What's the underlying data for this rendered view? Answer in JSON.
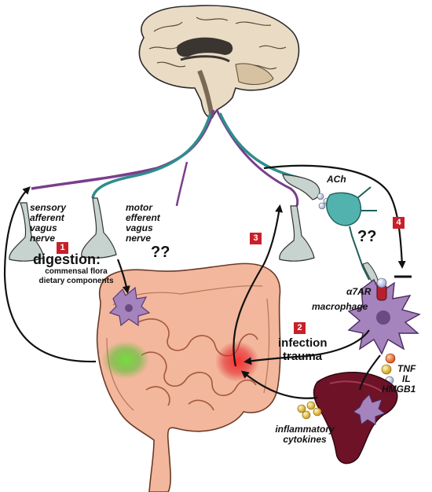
{
  "labels": {
    "sensory": [
      "sensory",
      "afferent",
      "vagus",
      "nerve"
    ],
    "motor": [
      "motor",
      "efferent",
      "vagus",
      "nerve"
    ],
    "digestion_title": "digestion:",
    "digestion_line1": "commensal flora",
    "digestion_line2": "dietary components",
    "qq_left": "??",
    "qq_right": "??",
    "ach": "ACh",
    "a7ar": "α7AR",
    "macrophage": "macrophage",
    "infection": "infection",
    "trauma": "trauma",
    "tnf": "TNF",
    "il": "IL",
    "hmgb1": "HMGB1",
    "inflam1": "inflammatory",
    "inflam2": "cytokines",
    "minus": "–"
  },
  "badges": [
    "1",
    "2",
    "3",
    "4"
  ],
  "colors": {
    "afferent_nerve": "#7a3d8c",
    "efferent_nerve": "#2f8d8d",
    "badge": "#c8202a",
    "brain": "#eadcc4",
    "intestine": "#f2b79c",
    "macrophage": "#a583bd",
    "spleen": "#6e1228",
    "green_focus": "#4fc02d",
    "red_focus": "#e2222a"
  }
}
